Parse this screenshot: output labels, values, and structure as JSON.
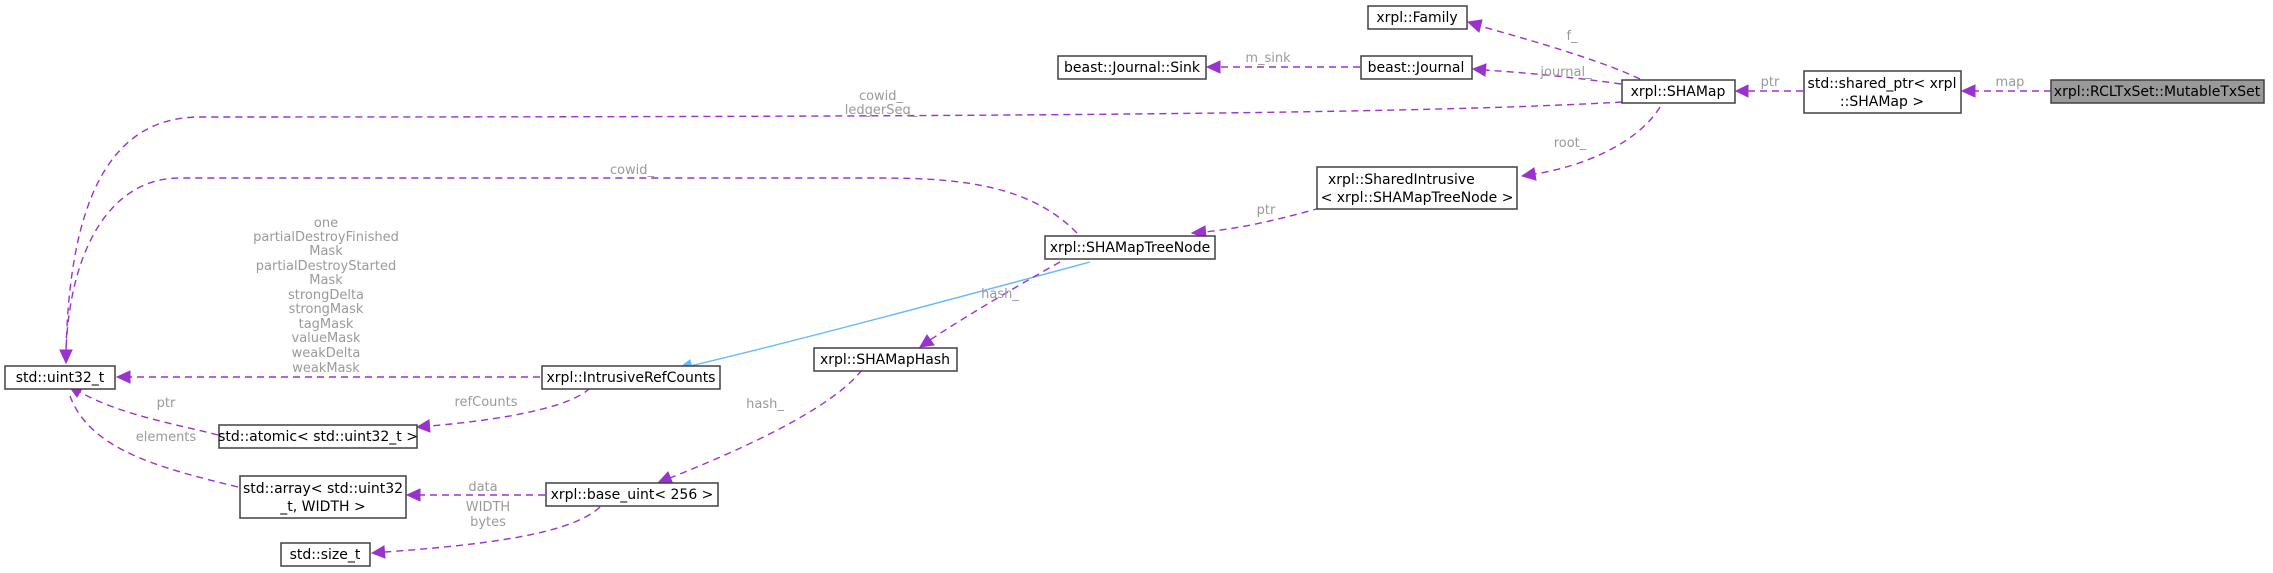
{
  "diagram": {
    "nodes": {
      "mutable": "xrpl::RCLTxSet::MutableTxSet",
      "shared_ptr": [
        "std::shared_ptr< xrpl",
        "::SHAMap >"
      ],
      "shamap": "xrpl::SHAMap",
      "family": "xrpl::Family",
      "journal": "beast::Journal",
      "sink": "beast::Journal::Sink",
      "shared_intrusive": [
        "xrpl::SharedIntrusive",
        "< xrpl::SHAMapTreeNode >"
      ],
      "treenode": "xrpl::SHAMapTreeNode",
      "uint32": "std::uint32_t",
      "refcounts": "xrpl::IntrusiveRefCounts",
      "hash": "xrpl::SHAMapHash",
      "atomic": "std::atomic< std::uint32_t >",
      "array": [
        "std::array< std::uint32",
        "_t, WIDTH >"
      ],
      "base_uint": "xrpl::base_uint< 256 >",
      "size_t": "std::size_t"
    },
    "edge_labels": {
      "map": "map",
      "ptr_shamap": "ptr",
      "f": "f_",
      "journal": "journal_",
      "m_sink": "m_sink",
      "cowid_ledgerseq": [
        "cowid_",
        "ledgerSeq_"
      ],
      "root": "root_",
      "cowid": "cowid_",
      "ptr_treenode": "ptr",
      "masks": [
        "one",
        "partialDestroyFinished",
        "Mask",
        "partialDestroyStarted",
        "Mask",
        "strongDelta",
        "strongMask",
        "tagMask",
        "valueMask",
        "weakDelta",
        "weakMask"
      ],
      "hash_treenode": "hash_",
      "refcounts": "refCounts",
      "hash_base": "hash_",
      "ptr_atomic": "ptr",
      "elements": "elements",
      "data": "data",
      "width_bytes": [
        "WIDTH",
        "bytes"
      ]
    }
  }
}
